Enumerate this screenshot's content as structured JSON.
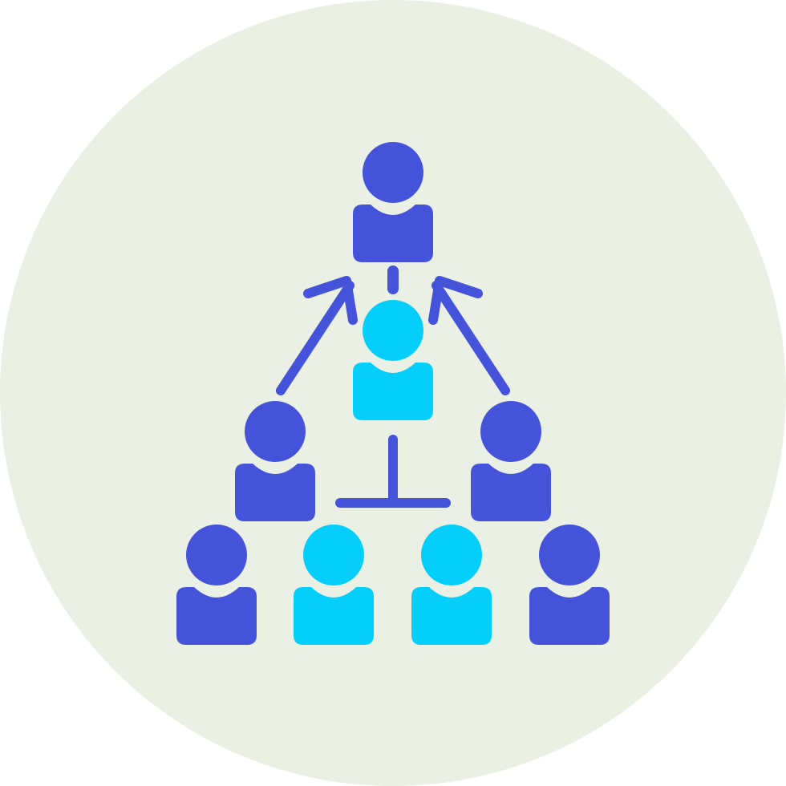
{
  "icon": {
    "name": "team-hierarchy-icon",
    "background_shape": "circle",
    "colors": {
      "background": "#EAF0E3",
      "primary": "#4453DA",
      "secondary": "#04CFFA"
    },
    "people": [
      {
        "id": "top-leader",
        "color": "primary"
      },
      {
        "id": "center-member",
        "color": "secondary"
      },
      {
        "id": "middle-left-member",
        "color": "primary"
      },
      {
        "id": "middle-right-member",
        "color": "primary"
      },
      {
        "id": "bottom-left-member",
        "color": "primary"
      },
      {
        "id": "bottom-center-left-member",
        "color": "secondary"
      },
      {
        "id": "bottom-center-right-member",
        "color": "secondary"
      },
      {
        "id": "bottom-right-member",
        "color": "primary"
      }
    ],
    "connectors": [
      "left-up-arrow",
      "right-up-arrow",
      "top-dash",
      "team-bracket"
    ]
  }
}
